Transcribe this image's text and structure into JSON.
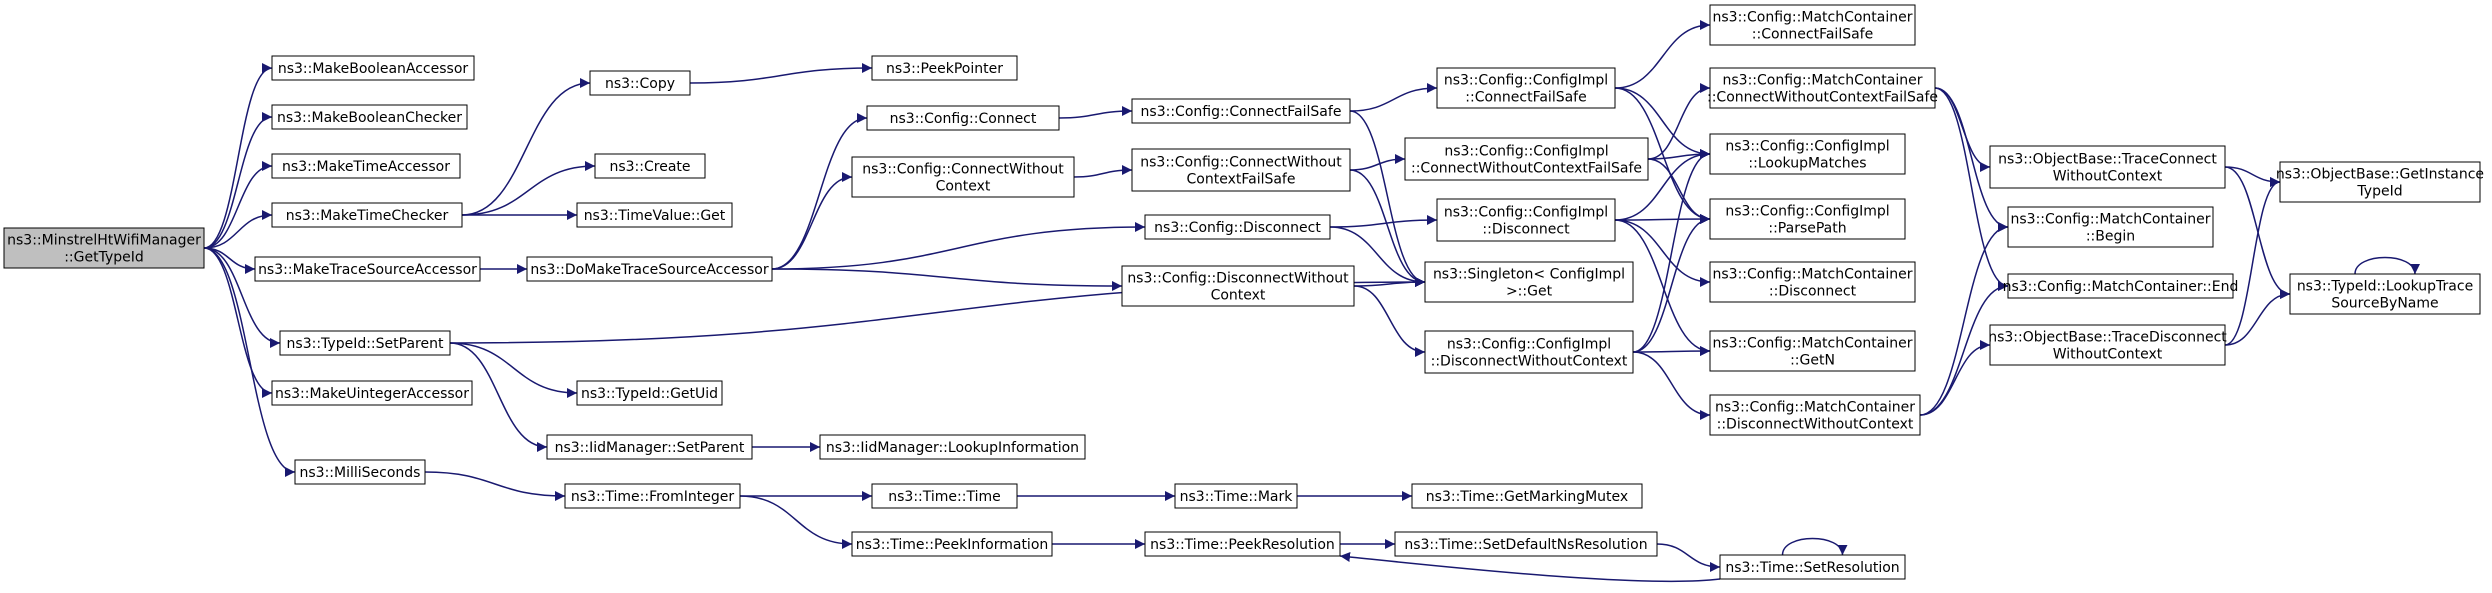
{
  "colors": {
    "edge": "#191970",
    "node_fill": "#ffffff",
    "root_fill": "#bfbfbf",
    "border": "#000000"
  },
  "nodes": [
    {
      "id": "root",
      "lines": [
        "ns3::MinstrelHtWifiManager",
        "::GetTypeId"
      ],
      "root": true
    },
    {
      "id": "mkbacc",
      "lines": [
        "ns3::MakeBooleanAccessor"
      ]
    },
    {
      "id": "mkbchk",
      "lines": [
        "ns3::MakeBooleanChecker"
      ]
    },
    {
      "id": "mktacc",
      "lines": [
        "ns3::MakeTimeAccessor"
      ]
    },
    {
      "id": "mktchk",
      "lines": [
        "ns3::MakeTimeChecker"
      ]
    },
    {
      "id": "mktsa",
      "lines": [
        "ns3::MakeTraceSourceAccessor"
      ]
    },
    {
      "id": "setpar",
      "lines": [
        "ns3::TypeId::SetParent"
      ]
    },
    {
      "id": "mkuacc",
      "lines": [
        "ns3::MakeUintegerAccessor"
      ]
    },
    {
      "id": "millis",
      "lines": [
        "ns3::MilliSeconds"
      ]
    },
    {
      "id": "copy",
      "lines": [
        "ns3::Copy"
      ]
    },
    {
      "id": "create",
      "lines": [
        "ns3::Create"
      ]
    },
    {
      "id": "tvget",
      "lines": [
        "ns3::TimeValue::Get"
      ]
    },
    {
      "id": "domk",
      "lines": [
        "ns3::DoMakeTraceSourceAccessor"
      ]
    },
    {
      "id": "getuid",
      "lines": [
        "ns3::TypeId::GetUid"
      ]
    },
    {
      "id": "iidset",
      "lines": [
        "ns3::IidManager::SetParent"
      ]
    },
    {
      "id": "fromint",
      "lines": [
        "ns3::Time::FromInteger"
      ]
    },
    {
      "id": "peekptr",
      "lines": [
        "ns3::PeekPointer"
      ]
    },
    {
      "id": "connect",
      "lines": [
        "ns3::Config::Connect"
      ]
    },
    {
      "id": "connwc",
      "lines": [
        "ns3::Config::ConnectWithout",
        "Context"
      ]
    },
    {
      "id": "iidlook",
      "lines": [
        "ns3::IidManager::LookupInformation"
      ]
    },
    {
      "id": "ttime",
      "lines": [
        "ns3::Time::Time"
      ]
    },
    {
      "id": "peekinf",
      "lines": [
        "ns3::Time::PeekInformation"
      ]
    },
    {
      "id": "connfs",
      "lines": [
        "ns3::Config::ConnectFailSafe"
      ]
    },
    {
      "id": "connwcfs",
      "lines": [
        "ns3::Config::ConnectWithout",
        "ContextFailSafe"
      ]
    },
    {
      "id": "disc",
      "lines": [
        "ns3::Config::Disconnect"
      ]
    },
    {
      "id": "discwc",
      "lines": [
        "ns3::Config::DisconnectWithout",
        "Context"
      ]
    },
    {
      "id": "mark",
      "lines": [
        "ns3::Time::Mark"
      ]
    },
    {
      "id": "peekres",
      "lines": [
        "ns3::Time::PeekResolution"
      ]
    },
    {
      "id": "ciconnfs",
      "lines": [
        "ns3::Config::ConfigImpl",
        "::ConnectFailSafe"
      ]
    },
    {
      "id": "ciconnwcfs",
      "lines": [
        "ns3::Config::ConfigImpl",
        "::ConnectWithoutContextFailSafe"
      ]
    },
    {
      "id": "cidisc",
      "lines": [
        "ns3::Config::ConfigImpl",
        "::Disconnect"
      ]
    },
    {
      "id": "singget",
      "lines": [
        "ns3::Singleton< ConfigImpl",
        ">::Get"
      ]
    },
    {
      "id": "cidiscwc",
      "lines": [
        "ns3::Config::ConfigImpl",
        "::DisconnectWithoutContext"
      ]
    },
    {
      "id": "getmm",
      "lines": [
        "ns3::Time::GetMarkingMutex"
      ]
    },
    {
      "id": "setdef",
      "lines": [
        "ns3::Time::SetDefaultNsResolution"
      ]
    },
    {
      "id": "mcconnfs",
      "lines": [
        "ns3::Config::MatchContainer",
        "::ConnectFailSafe"
      ]
    },
    {
      "id": "mcconnwcfs",
      "lines": [
        "ns3::Config::MatchContainer",
        "::ConnectWithoutContextFailSafe"
      ]
    },
    {
      "id": "cilm",
      "lines": [
        "ns3::Config::ConfigImpl",
        "::LookupMatches"
      ]
    },
    {
      "id": "cipp",
      "lines": [
        "ns3::Config::ConfigImpl",
        "::ParsePath"
      ]
    },
    {
      "id": "mcdisc",
      "lines": [
        "ns3::Config::MatchContainer",
        "::Disconnect"
      ]
    },
    {
      "id": "mcgetn",
      "lines": [
        "ns3::Config::MatchContainer",
        "::GetN"
      ]
    },
    {
      "id": "mcdiscwc",
      "lines": [
        "ns3::Config::MatchContainer",
        "::DisconnectWithoutContext"
      ]
    },
    {
      "id": "setres",
      "lines": [
        "ns3::Time::SetResolution"
      ]
    },
    {
      "id": "obtcwc",
      "lines": [
        "ns3::ObjectBase::TraceConnect",
        "WithoutContext"
      ]
    },
    {
      "id": "mcbegin",
      "lines": [
        "ns3::Config::MatchContainer",
        "::Begin"
      ]
    },
    {
      "id": "mcend",
      "lines": [
        "ns3::Config::MatchContainer::End"
      ]
    },
    {
      "id": "obtdwc",
      "lines": [
        "ns3::ObjectBase::TraceDisconnect",
        "WithoutContext"
      ]
    },
    {
      "id": "obgit",
      "lines": [
        "ns3::ObjectBase::GetInstance",
        "TypeId"
      ]
    },
    {
      "id": "lookts",
      "lines": [
        "ns3::TypeId::LookupTrace",
        "SourceByName"
      ]
    }
  ],
  "edges": [
    [
      "root",
      "mkbacc"
    ],
    [
      "root",
      "mkbchk"
    ],
    [
      "root",
      "mktacc"
    ],
    [
      "root",
      "mktchk"
    ],
    [
      "root",
      "mktsa"
    ],
    [
      "root",
      "setpar"
    ],
    [
      "root",
      "mkuacc"
    ],
    [
      "root",
      "millis"
    ],
    [
      "mktchk",
      "copy"
    ],
    [
      "mktchk",
      "create"
    ],
    [
      "mktchk",
      "tvget"
    ],
    [
      "copy",
      "peekptr"
    ],
    [
      "mktsa",
      "domk"
    ],
    [
      "domk",
      "connect"
    ],
    [
      "domk",
      "connwc"
    ],
    [
      "domk",
      "disc"
    ],
    [
      "domk",
      "discwc"
    ],
    [
      "setpar",
      "getuid"
    ],
    [
      "setpar",
      "iidset"
    ],
    [
      "setpar",
      "singget"
    ],
    [
      "iidset",
      "iidlook"
    ],
    [
      "millis",
      "fromint"
    ],
    [
      "fromint",
      "ttime"
    ],
    [
      "fromint",
      "peekinf"
    ],
    [
      "ttime",
      "mark"
    ],
    [
      "mark",
      "getmm"
    ],
    [
      "peekinf",
      "peekres"
    ],
    [
      "peekres",
      "setdef"
    ],
    [
      "setdef",
      "setres"
    ],
    [
      "setres",
      "peekres"
    ],
    [
      "setres",
      "setres"
    ],
    [
      "connect",
      "connfs"
    ],
    [
      "connwc",
      "connwcfs"
    ],
    [
      "disc",
      "cidisc"
    ],
    [
      "disc",
      "singget"
    ],
    [
      "discwc",
      "singget"
    ],
    [
      "discwc",
      "cidiscwc"
    ],
    [
      "connfs",
      "ciconnfs"
    ],
    [
      "connfs",
      "singget"
    ],
    [
      "connwcfs",
      "ciconnwcfs"
    ],
    [
      "connwcfs",
      "singget"
    ],
    [
      "ciconnfs",
      "mcconnfs"
    ],
    [
      "ciconnfs",
      "cilm"
    ],
    [
      "ciconnfs",
      "cipp"
    ],
    [
      "ciconnwcfs",
      "mcconnwcfs"
    ],
    [
      "ciconnwcfs",
      "cilm"
    ],
    [
      "ciconnwcfs",
      "cipp"
    ],
    [
      "cidisc",
      "cilm"
    ],
    [
      "cidisc",
      "cipp"
    ],
    [
      "cidisc",
      "mcdisc"
    ],
    [
      "cidisc",
      "mcgetn"
    ],
    [
      "cidiscwc",
      "cilm"
    ],
    [
      "cidiscwc",
      "cipp"
    ],
    [
      "cidiscwc",
      "mcdiscwc"
    ],
    [
      "cidiscwc",
      "mcgetn"
    ],
    [
      "mcconnwcfs",
      "obtcwc"
    ],
    [
      "mcconnwcfs",
      "mcbegin"
    ],
    [
      "mcconnwcfs",
      "mcend"
    ],
    [
      "mcdiscwc",
      "mcbegin"
    ],
    [
      "mcdiscwc",
      "mcend"
    ],
    [
      "mcdiscwc",
      "obtdwc"
    ],
    [
      "obtcwc",
      "obgit"
    ],
    [
      "obtcwc",
      "lookts"
    ],
    [
      "obtdwc",
      "obgit"
    ],
    [
      "obtdwc",
      "lookts"
    ],
    [
      "lookts",
      "lookts"
    ]
  ]
}
